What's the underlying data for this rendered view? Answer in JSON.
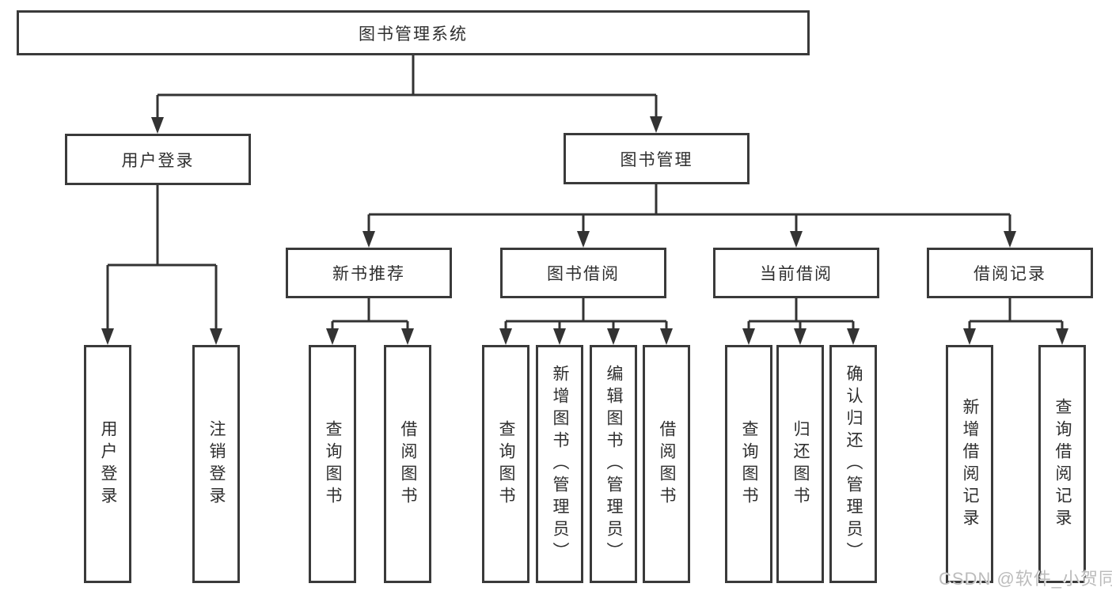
{
  "tree": {
    "label": "图书管理系统",
    "children": [
      {
        "label": "用户登录",
        "children": [
          {
            "label": "用户登录"
          },
          {
            "label": "注销登录"
          }
        ]
      },
      {
        "label": "图书管理",
        "children": [
          {
            "label": "新书推荐",
            "children": [
              {
                "label": "查询图书"
              },
              {
                "label": "借阅图书"
              }
            ]
          },
          {
            "label": "图书借阅",
            "children": [
              {
                "label": "查询图书"
              },
              {
                "label": "新增图书（管理员）"
              },
              {
                "label": "编辑图书（管理员）"
              },
              {
                "label": "借阅图书"
              }
            ]
          },
          {
            "label": "当前借阅",
            "children": [
              {
                "label": "查询图书"
              },
              {
                "label": "归还图书"
              },
              {
                "label": "确认归还（管理员）"
              }
            ]
          },
          {
            "label": "借阅记录",
            "children": [
              {
                "label": "新增借阅记录"
              },
              {
                "label": "查询借阅记录"
              }
            ]
          }
        ]
      }
    ]
  },
  "watermark": {
    "text": "CSDN @软件_小贺同学"
  },
  "colors": {
    "line": "#333333",
    "box_border": "#3a3a3a",
    "box_bg": "#ffffff",
    "text": "#2f2f2f",
    "watermark": "#bcbcbc"
  }
}
